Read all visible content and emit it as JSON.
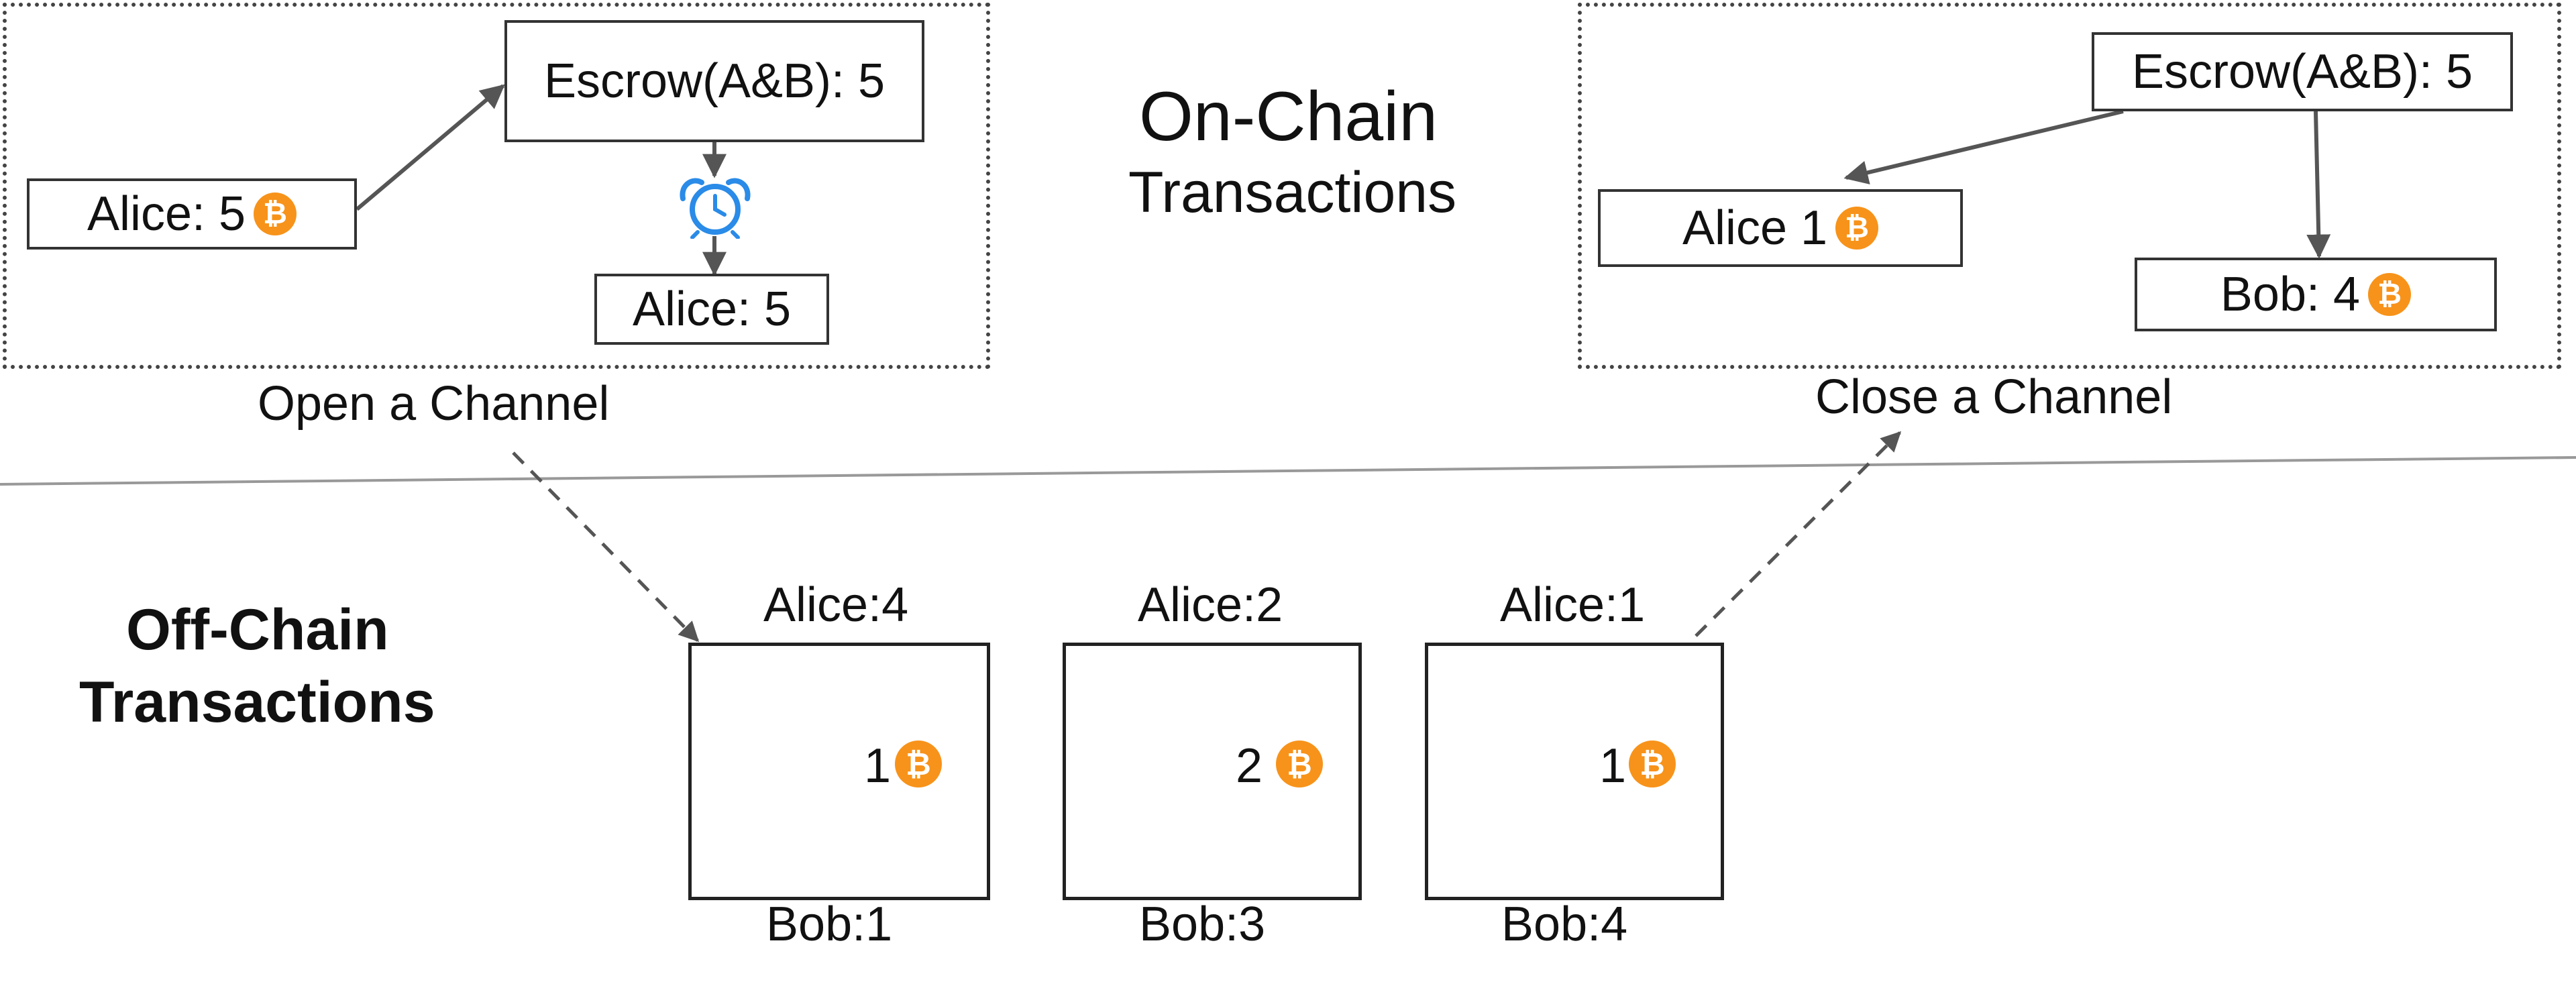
{
  "on_chain": {
    "title_line1": "On-Chain",
    "title_line2": "Transactions"
  },
  "off_chain": {
    "title_line1": "Off-Chain",
    "title_line2": "Transactions"
  },
  "open_channel": {
    "caption": "Open a Channel",
    "alice_start": "Alice: 5",
    "escrow": "Escrow(A&B): 5",
    "alice_refund": "Alice: 5",
    "timelock_icon": "alarm-clock-icon"
  },
  "close_channel": {
    "caption": "Close a Channel",
    "escrow": "Escrow(A&B): 5",
    "alice_out": "Alice 1",
    "bob_out": "Bob: 4"
  },
  "states": [
    {
      "alice": "Alice:4",
      "amount": "1",
      "bob": "Bob:1"
    },
    {
      "alice": "Alice:2",
      "amount": "2",
      "bob": "Bob:3"
    },
    {
      "alice": "Alice:1",
      "amount": "1",
      "bob": "Bob:4"
    }
  ],
  "coin_symbol": "₿",
  "colors": {
    "coin": "#f7931a",
    "clock": "#2a8be8",
    "arrow": "#555555"
  }
}
